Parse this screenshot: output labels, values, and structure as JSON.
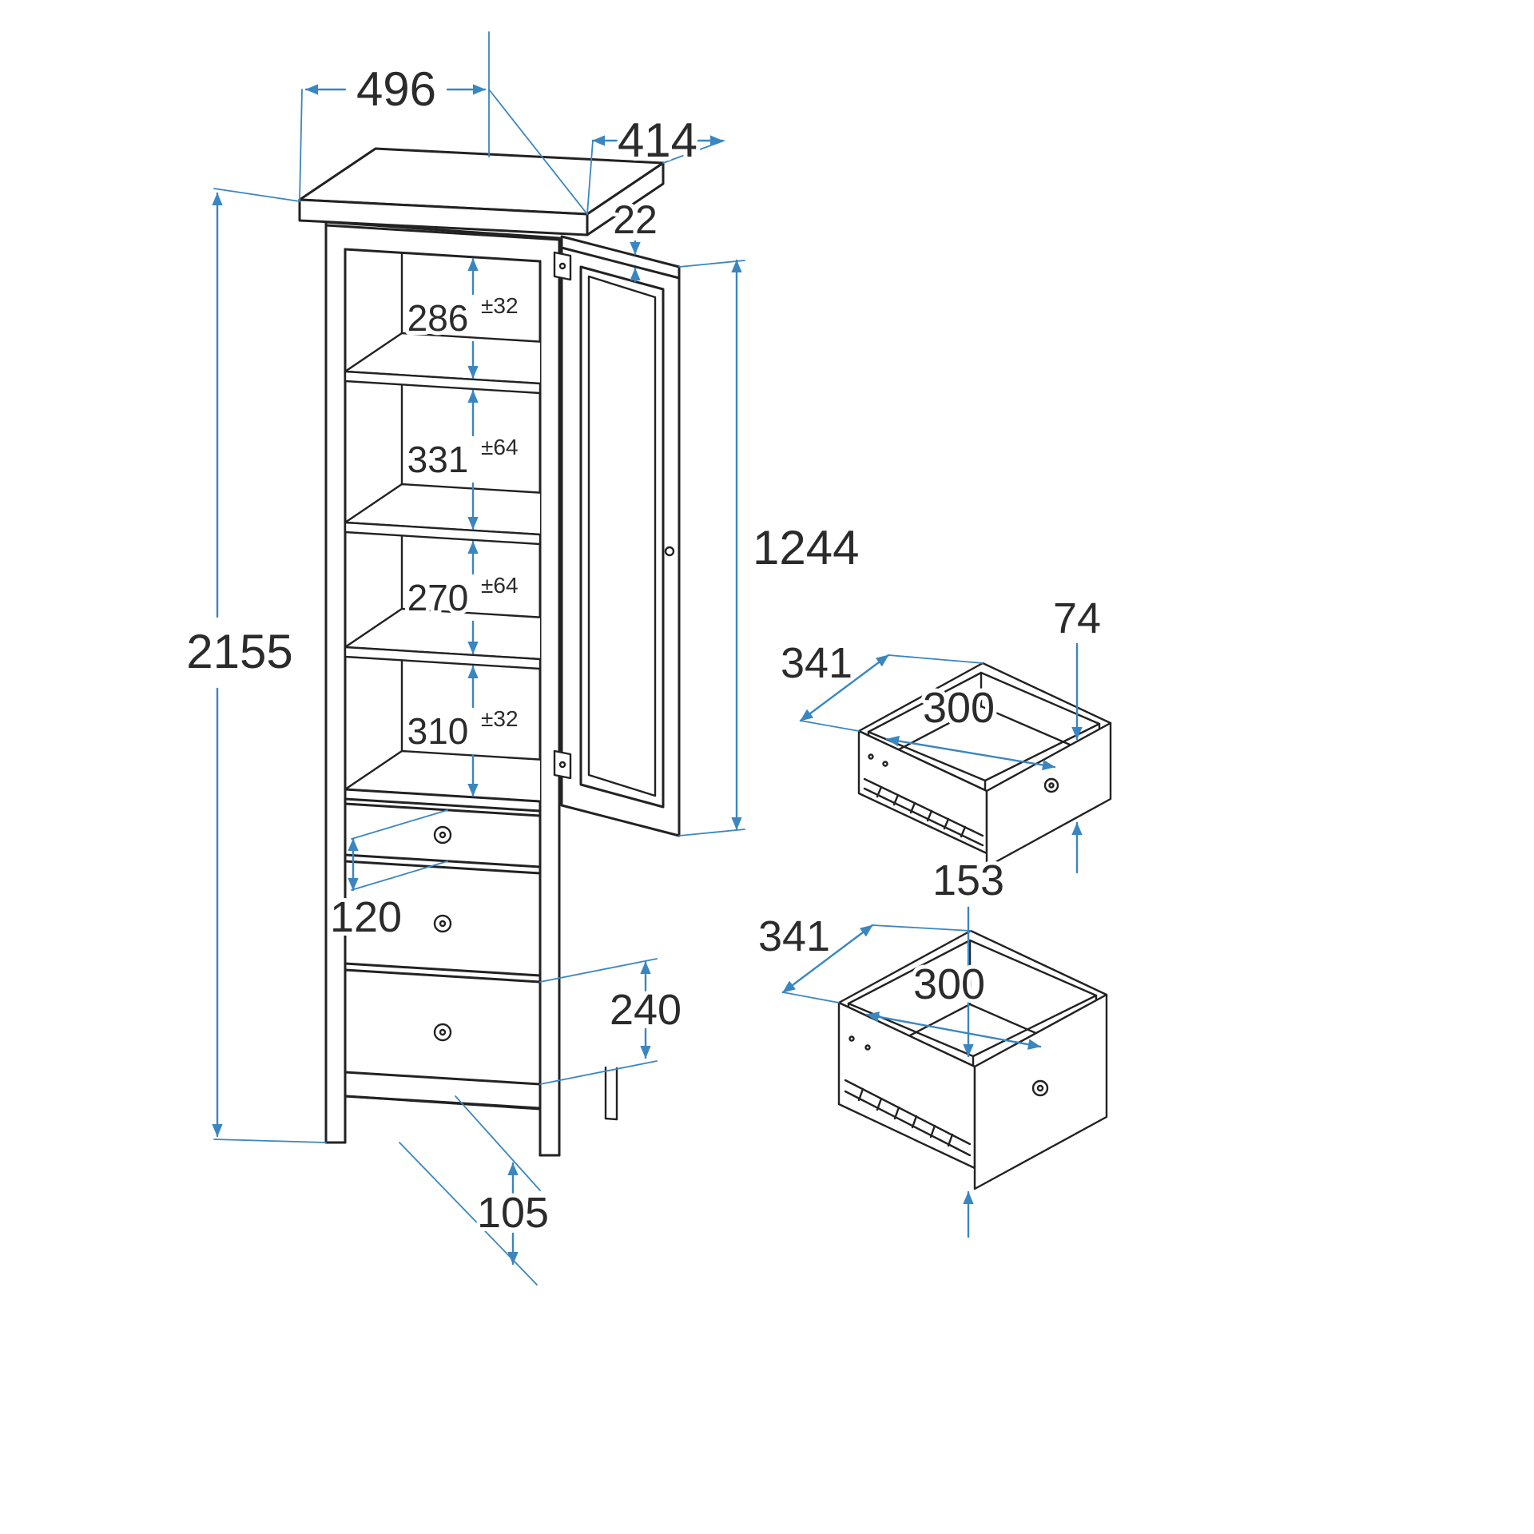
{
  "diagram": {
    "accent_color": "#3a86c0",
    "line_color": "#222222"
  },
  "dimensions": {
    "top_width": "496",
    "top_depth": "414",
    "door_thickness": "22",
    "door_height": "1244",
    "total_height": "2155",
    "shelf_gaps": [
      {
        "value": "286",
        "tolerance": "±32"
      },
      {
        "value": "331",
        "tolerance": "±64"
      },
      {
        "value": "270",
        "tolerance": "±64"
      },
      {
        "value": "310",
        "tolerance": "±32"
      }
    ],
    "top_drawer_front": "120",
    "drawer_front_height": "240",
    "leg_height": "105"
  },
  "small_drawer": {
    "depth": "341",
    "width": "300",
    "front_height": "74"
  },
  "large_drawer": {
    "depth": "341",
    "width": "300",
    "front_height": "153"
  }
}
